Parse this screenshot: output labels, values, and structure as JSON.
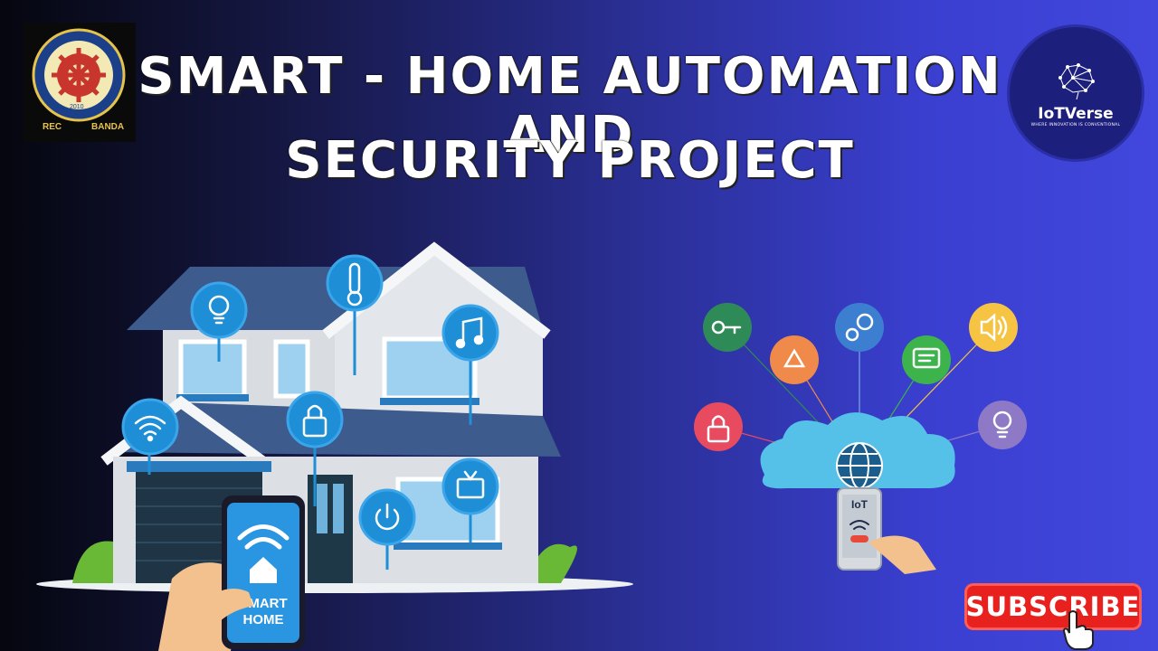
{
  "title": {
    "line1": "SMART - HOME AUTOMATION AND",
    "line2": "SECURITY PROJECT"
  },
  "logos": {
    "left": {
      "name": "REC BANDA",
      "text_top": "REC",
      "text_bottom": "BANDA",
      "year": "2010"
    },
    "right": {
      "name": "IoTVerse",
      "tagline": "WHERE INNOVATION IS CONVENTIONAL"
    }
  },
  "illustration_left": {
    "phone_line1": "SMART",
    "phone_line2": "HOME",
    "icons": [
      "bulb-icon",
      "thermometer-icon",
      "music-icon",
      "wifi-icon",
      "lock-icon",
      "tv-icon",
      "power-icon"
    ]
  },
  "illustration_right": {
    "label": "IoT",
    "icons": [
      "key-icon",
      "recycle-icon",
      "gears-icon",
      "chat-icon",
      "speaker-icon",
      "lock-icon",
      "bulb-icon",
      "globe-icon"
    ]
  },
  "subscribe": {
    "label": "SUBSCRIBE"
  },
  "colors": {
    "bg_left": "#05060f",
    "bg_right": "#4247dd",
    "subscribe_red": "#e8211f",
    "icon_blue": "#1e8fd6"
  }
}
